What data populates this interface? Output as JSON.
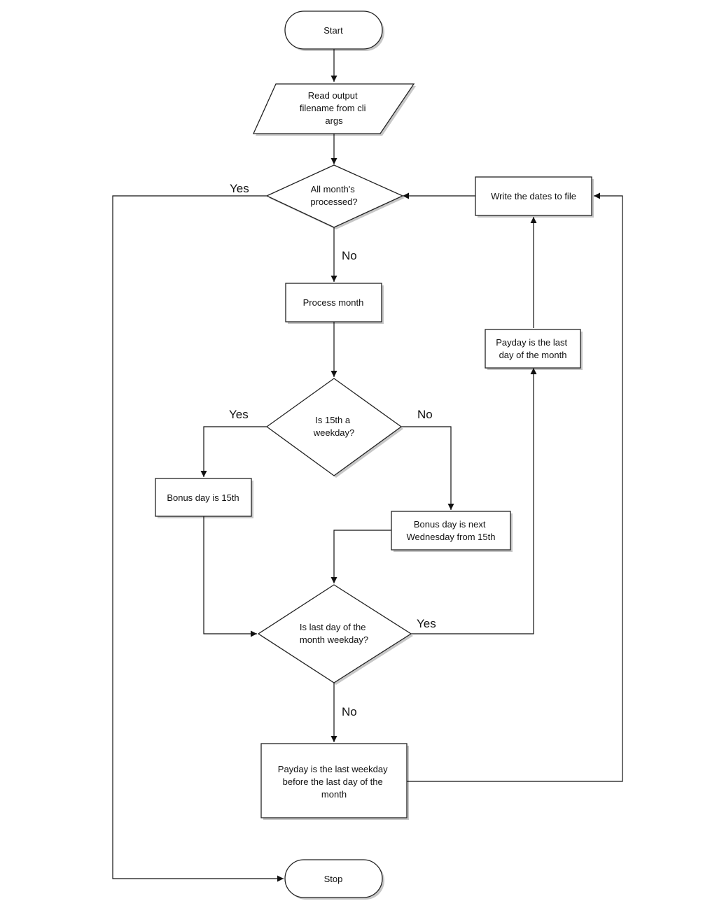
{
  "nodes": {
    "start": "Start",
    "read_args": [
      "Read output",
      "filename from cli",
      "args"
    ],
    "all_processed": [
      "All month's",
      "processed?"
    ],
    "process_month": "Process month",
    "is_15th_weekday": [
      "Is 15th a",
      "weekday?"
    ],
    "bonus_15th": "Bonus day is 15th",
    "bonus_next_wed": [
      "Bonus day is next",
      "Wednesday from 15th"
    ],
    "last_day_weekday": [
      "Is last day of the",
      "month weekday?"
    ],
    "payday_last_weekday": [
      "Payday is the last weekday",
      "before the last day of the",
      "month"
    ],
    "payday_last_day": [
      "Payday is the last",
      "day of the month"
    ],
    "write_dates": "Write the dates to file",
    "stop": "Stop"
  },
  "edge_labels": {
    "all_processed_yes": "Yes",
    "all_processed_no": "No",
    "is_15th_yes": "Yes",
    "is_15th_no": "No",
    "last_day_yes": "Yes",
    "last_day_no": "No"
  }
}
